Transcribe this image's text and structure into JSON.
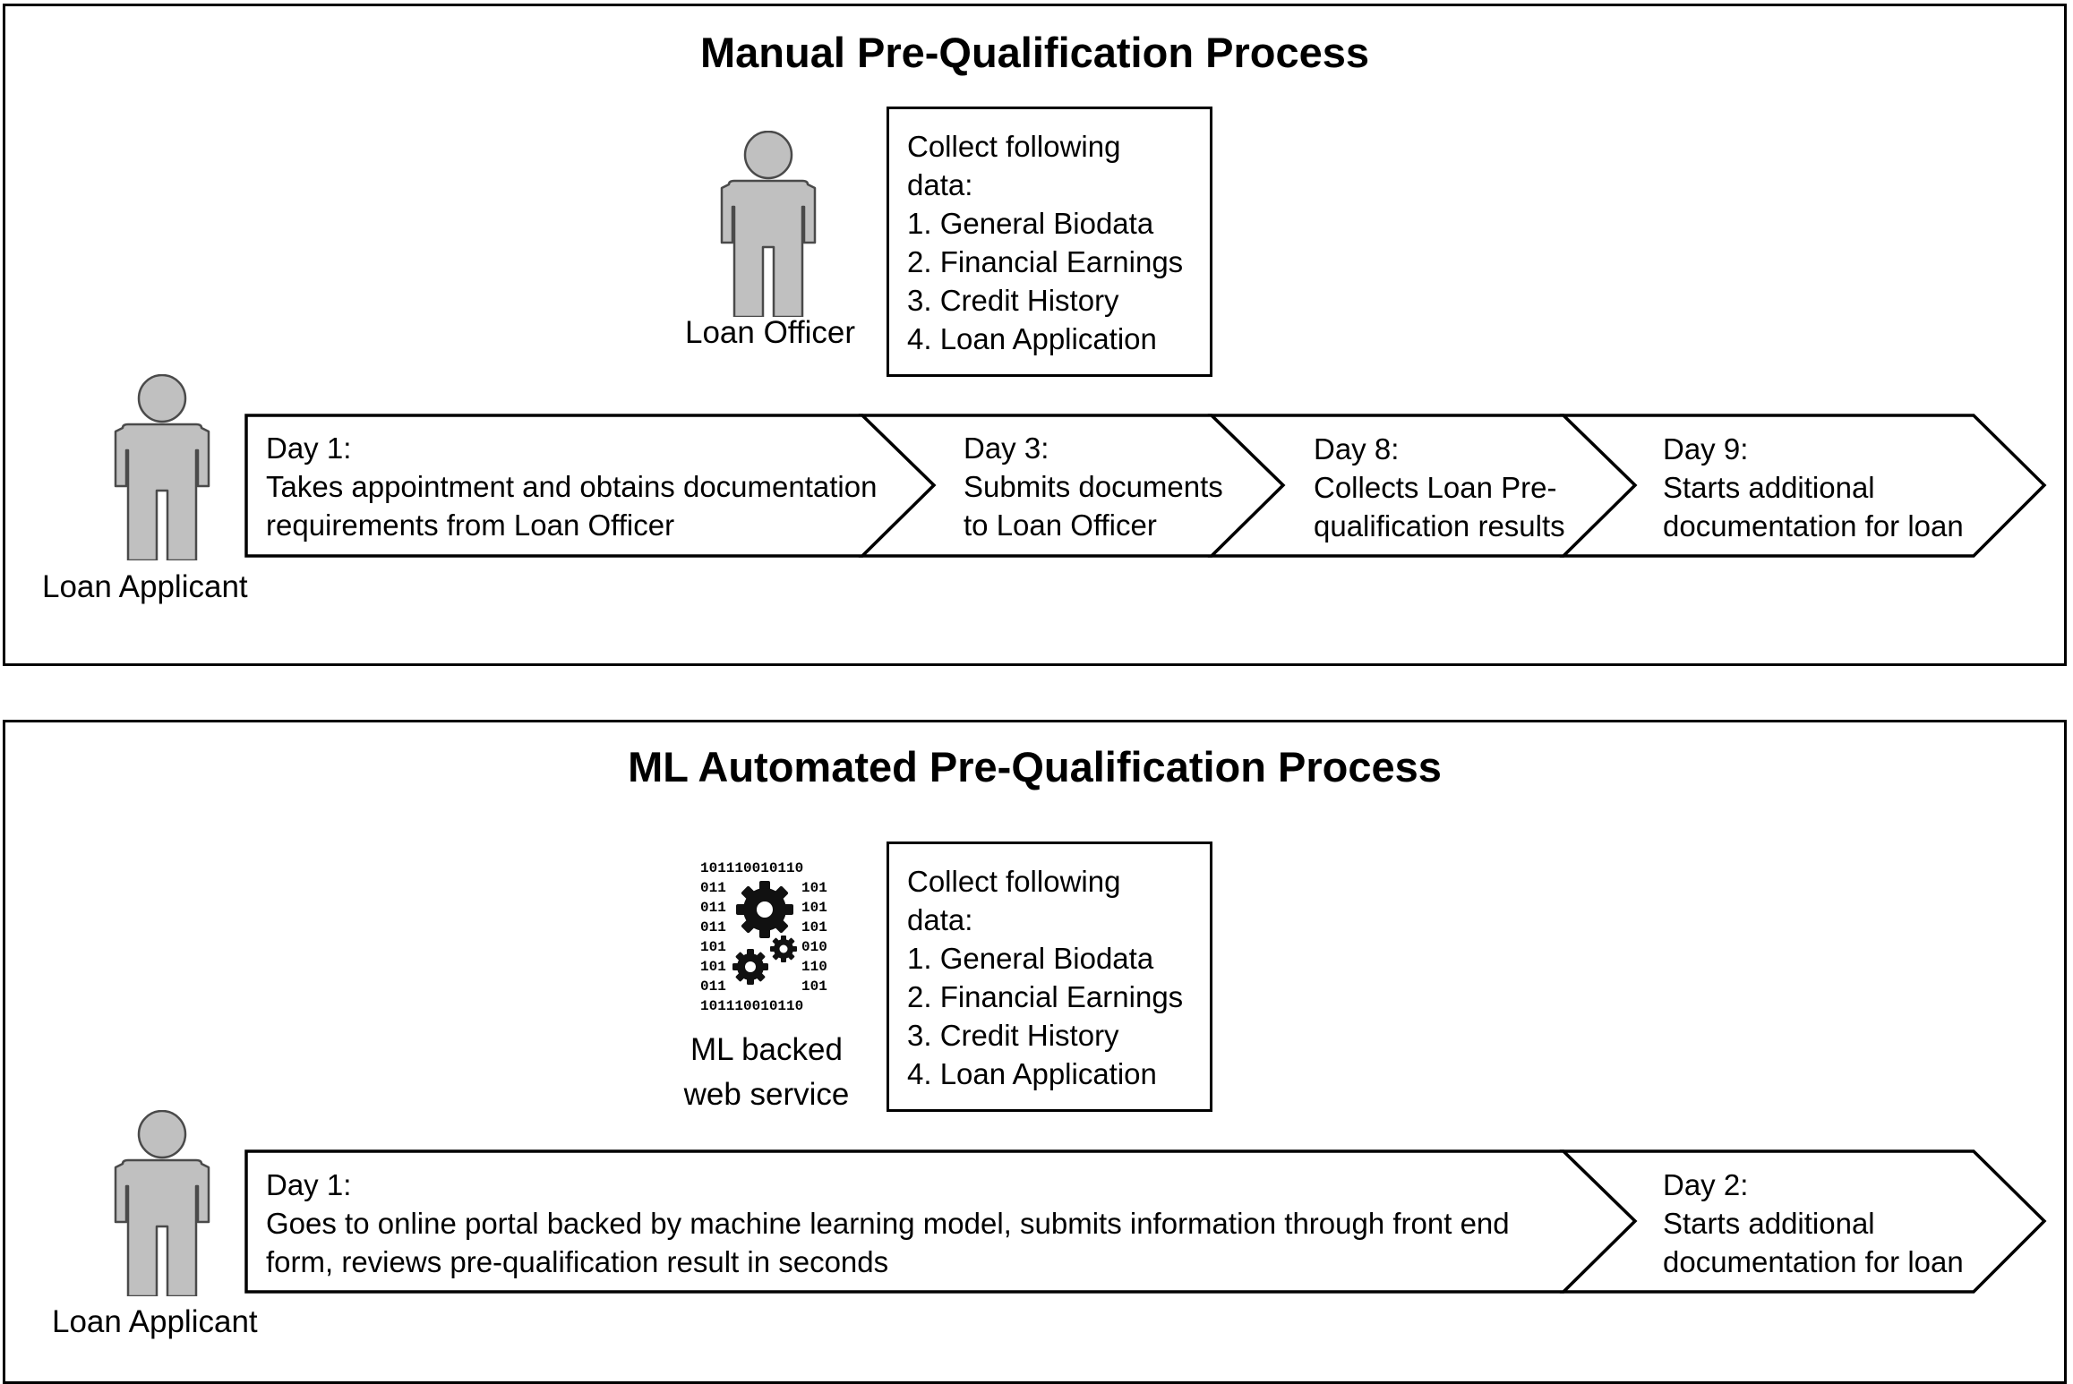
{
  "manual": {
    "title": "Manual Pre-Qualification Process",
    "officer_label": "Loan Officer",
    "applicant_label": "Loan Applicant",
    "data_box": {
      "lines": [
        "Collect following",
        "data:",
        "1. General Biodata",
        "2. Financial Earnings",
        "3. Credit History",
        "4. Loan Application"
      ]
    },
    "steps": [
      {
        "day": "Day 1:",
        "lines": [
          "Takes appointment and obtains documentation",
          "requirements from Loan Officer"
        ]
      },
      {
        "day": "Day 3:",
        "lines": [
          "Submits documents",
          "to Loan Officer"
        ]
      },
      {
        "day": "Day 8:",
        "lines": [
          "Collects Loan Pre-",
          "qualification results"
        ]
      },
      {
        "day": "Day 9:",
        "lines": [
          "Starts additional",
          "documentation for loan"
        ]
      }
    ]
  },
  "ml": {
    "title": "ML Automated Pre-Qualification Process",
    "service_label": [
      "ML backed",
      "web service"
    ],
    "applicant_label": "Loan Applicant",
    "data_box": {
      "lines": [
        "Collect following",
        "data:",
        "1. General Biodata",
        "2. Financial Earnings",
        "3. Credit History",
        "4. Loan Application"
      ]
    },
    "steps": [
      {
        "day": "Day 1:",
        "lines": [
          "Goes to online portal backed by machine learning model, submits information through front end",
          "form, reviews pre-qualification result in seconds"
        ]
      },
      {
        "day": "Day 2:",
        "lines": [
          "Starts additional",
          "documentation for loan"
        ]
      }
    ],
    "icon_binary": [
      "101110010110",
      "011",
      "101",
      "011",
      "101",
      "011",
      "101",
      "101",
      "010",
      "101",
      "110",
      "011",
      "101",
      "101110010110"
    ]
  },
  "colors": {
    "person_fill": "#c0c0c0",
    "person_stroke": "#4a4a4a",
    "border": "#000000"
  }
}
